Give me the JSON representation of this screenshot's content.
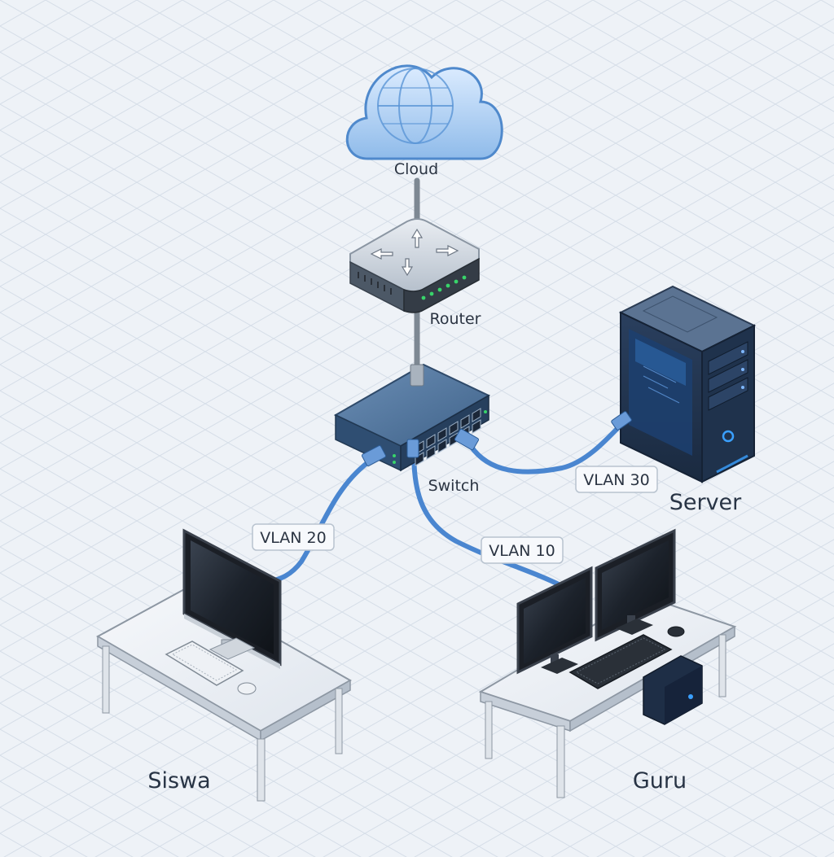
{
  "nodes": {
    "cloud": {
      "label": "Cloud"
    },
    "router": {
      "label": "Router"
    },
    "switch": {
      "label": "Switch"
    },
    "server": {
      "label": "Server"
    },
    "siswa": {
      "label": "Siswa"
    },
    "guru": {
      "label": "Guru"
    }
  },
  "links": {
    "vlan10": {
      "label": "VLAN 10"
    },
    "vlan20": {
      "label": "VLAN 20"
    },
    "vlan30": {
      "label": "VLAN 30"
    }
  },
  "colors": {
    "cable": "#4a86d0",
    "device_body": "#3c5f86",
    "port_led": "#38d46a",
    "glow": "#2f8df0"
  }
}
